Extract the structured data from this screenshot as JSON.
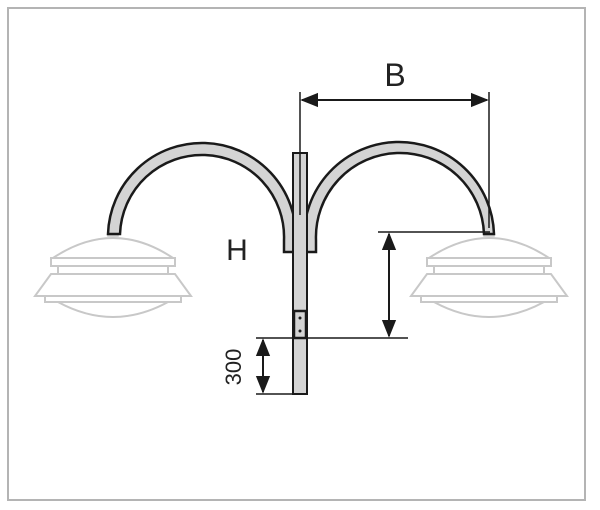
{
  "diagram": {
    "labels": {
      "width_dimension": "B",
      "height_dimension": "H",
      "base_dimension": "300"
    },
    "colors": {
      "frame": "#b4b4b4",
      "line": "#1a1a1a",
      "pole_fill": "#d4d4d4",
      "lamp": "#c8c8c8"
    }
  }
}
